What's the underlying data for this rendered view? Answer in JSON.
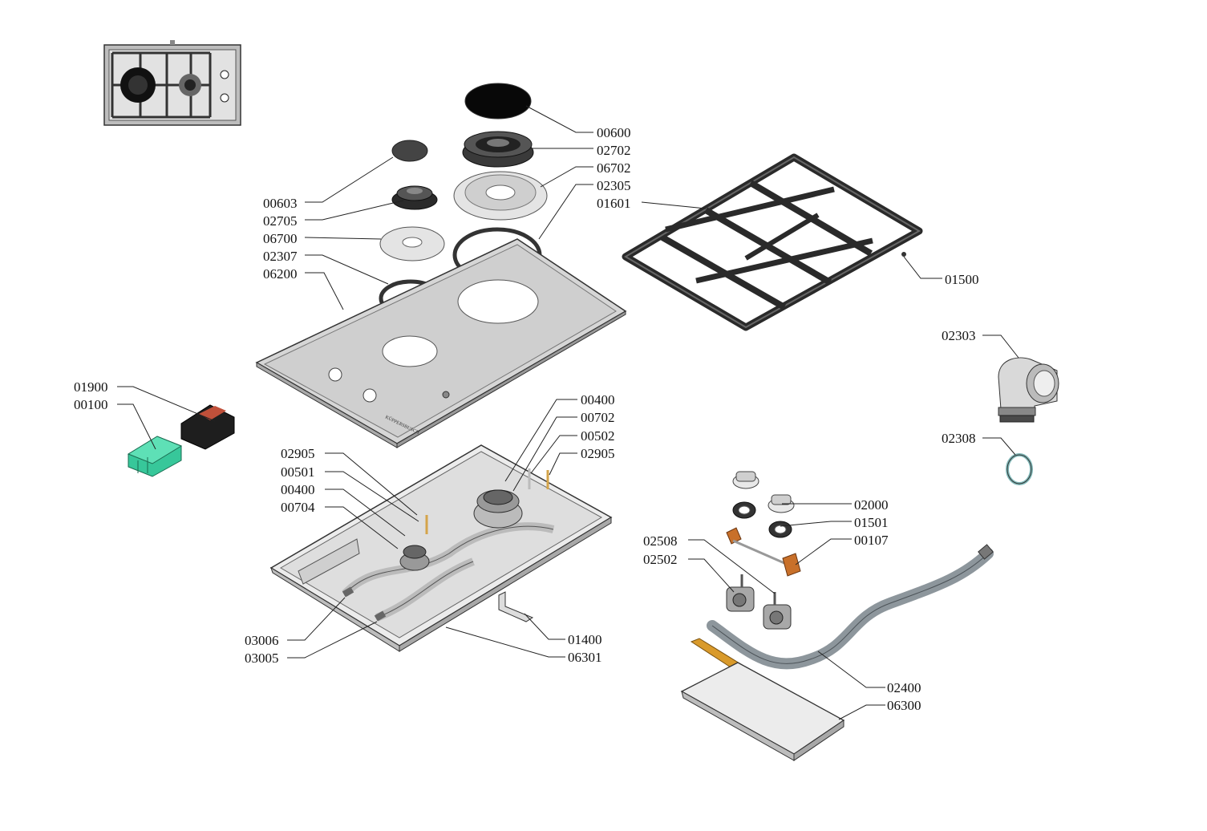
{
  "brand_text": "KÜPPERSBUSCH",
  "part_numbers": {
    "p00600": "00600",
    "p02702": "02702",
    "p06702": "06702",
    "p02305": "02305",
    "p01601": "01601",
    "p00603": "00603",
    "p02705": "02705",
    "p06700": "06700",
    "p02307": "02307",
    "p06200": "06200",
    "p01500": "01500",
    "p02303": "02303",
    "p01900": "01900",
    "p00100": "00100",
    "p00400a": "00400",
    "p00702": "00702",
    "p00502": "00502",
    "p02905a": "02905",
    "p02905b": "02905",
    "p00501": "00501",
    "p00400b": "00400",
    "p00704": "00704",
    "p02308": "02308",
    "p02000": "02000",
    "p01501": "01501",
    "p00107": "00107",
    "p02508": "02508",
    "p02502": "02502",
    "p03006": "03006",
    "p03005": "03005",
    "p01400": "01400",
    "p06301": "06301",
    "p02400": "02400",
    "p06300": "06300"
  },
  "colors": {
    "steel": "#d9d9d9",
    "steel_dark": "#9a9a9a",
    "cast_iron": "#2e2e2e",
    "green_part": "#37c79a",
    "copper_part": "#c8702a",
    "brass_part": "#d99a2b",
    "hose": "#8d969c"
  }
}
